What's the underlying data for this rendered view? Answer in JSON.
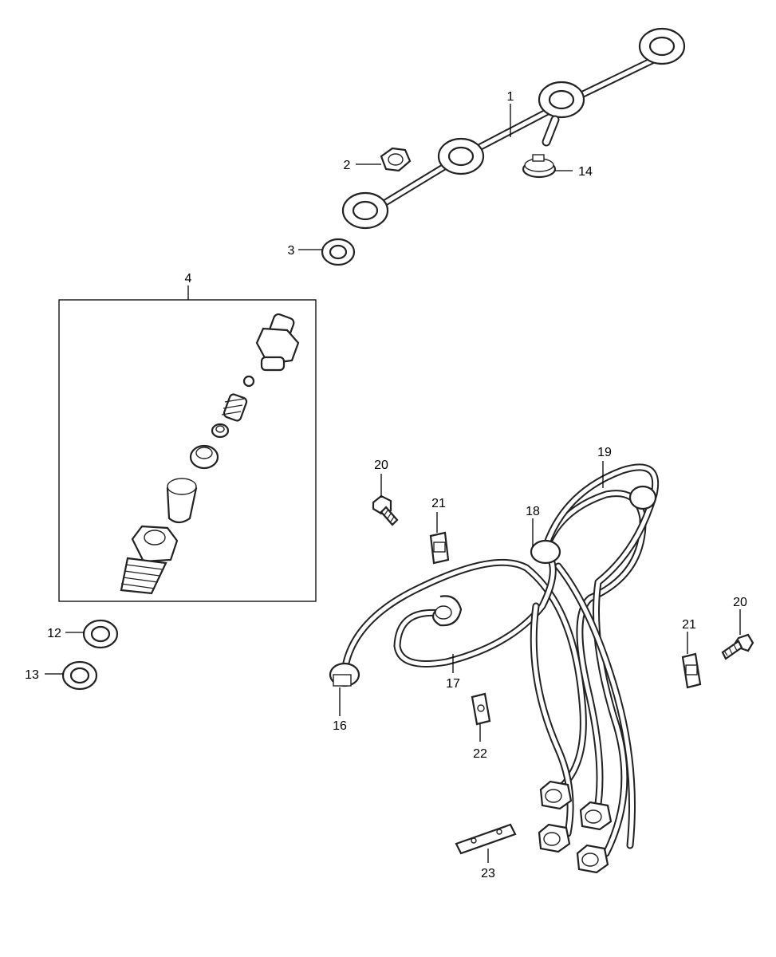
{
  "diagram": {
    "callouts": [
      {
        "id": "c1",
        "text": "1"
      },
      {
        "id": "c2",
        "text": "2"
      },
      {
        "id": "c3",
        "text": "3"
      },
      {
        "id": "c4",
        "text": "4"
      },
      {
        "id": "c12",
        "text": "12"
      },
      {
        "id": "c13",
        "text": "13"
      },
      {
        "id": "c14",
        "text": "14"
      },
      {
        "id": "c16",
        "text": "16"
      },
      {
        "id": "c17",
        "text": "17"
      },
      {
        "id": "c18",
        "text": "18"
      },
      {
        "id": "c19",
        "text": "19"
      },
      {
        "id": "c20a",
        "text": "20"
      },
      {
        "id": "c20b",
        "text": "20"
      },
      {
        "id": "c21a",
        "text": "21"
      },
      {
        "id": "c21b",
        "text": "21"
      },
      {
        "id": "c22",
        "text": "22"
      },
      {
        "id": "c23",
        "text": "23"
      }
    ],
    "colors": {
      "line": "#222222",
      "background": "#ffffff"
    }
  }
}
